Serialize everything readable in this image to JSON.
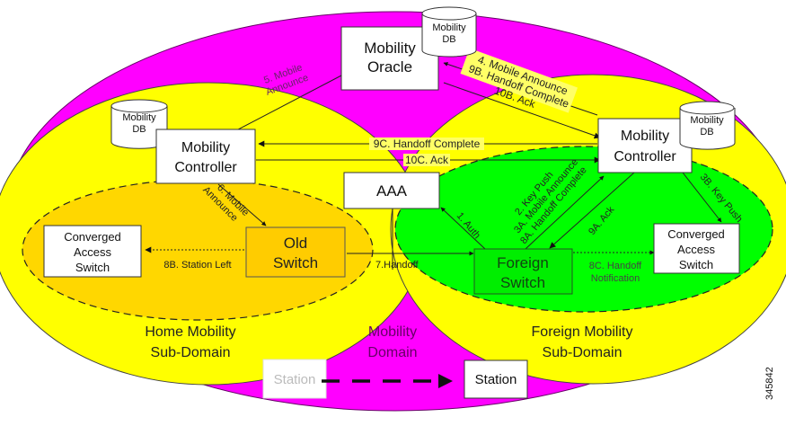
{
  "colors": {
    "mobility_domain": "#ff00ff",
    "sub_domain": "#ffff00",
    "home_inner": "#ffd700",
    "foreign_inner": "#00ff00",
    "old_switch": "#ffcc00",
    "label_highlight": "#ffff66",
    "arrow": "#222222",
    "faded_text": "#bbbbbb"
  },
  "nodes": {
    "oracle": [
      "Mobility",
      "Oracle"
    ],
    "oracle_db": [
      "Mobility",
      "DB"
    ],
    "home_controller": [
      "Mobility",
      "Controller"
    ],
    "home_db": [
      "Mobility",
      "DB"
    ],
    "foreign_controller": [
      "Mobility",
      "Controller"
    ],
    "foreign_db": [
      "Mobility",
      "DB"
    ],
    "aaa": "AAA",
    "old_switch": [
      "Old",
      "Switch"
    ],
    "foreign_switch": [
      "Foreign",
      "Switch"
    ],
    "home_cas": [
      "Converged",
      "Access",
      "Switch"
    ],
    "foreign_cas": [
      "Converged",
      "Access",
      "Switch"
    ],
    "station_old": "Station",
    "station_new": "Station"
  },
  "regions": {
    "home": [
      "Home Mobility",
      "Sub-Domain"
    ],
    "domain": [
      "Mobility",
      "Domain"
    ],
    "foreign": [
      "Foreign Mobility",
      "Sub-Domain"
    ]
  },
  "messages": {
    "m1": "1. Auth",
    "m2": "2. Key Push",
    "m3a": "3A. Mobile Announce",
    "m8a": "8A. Handoff Complete",
    "m3b": "3B. Key Push",
    "m4": "4. Mobile Announce",
    "m9b": "9B. Handoff Complete",
    "m10b": "10B. Ack",
    "m5": [
      "5. Mobile",
      "Announce"
    ],
    "m6": [
      "6. Mobile",
      "Announce"
    ],
    "m7": "7.Handoff",
    "m8b": "8B. Station Left",
    "m8c": [
      "8C. Handoff",
      "Notification"
    ],
    "m9a": "9A. Ack",
    "m9c": "9C. Handoff Complete",
    "m10c": "10C. Ack"
  },
  "figure_id": "345842"
}
